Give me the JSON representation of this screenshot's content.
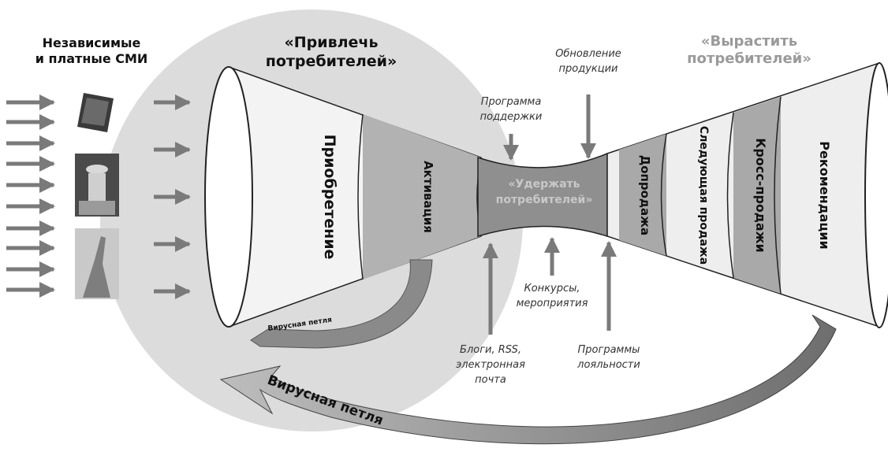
{
  "media": {
    "label_line1": "Независимые",
    "label_line2": "и платные СМИ"
  },
  "attract": {
    "title_line1": "«Привлечь",
    "title_line2": "потребителей»",
    "stage_acquisition": "Приобретение",
    "stage_activation": "Активация",
    "small_loop": "Вирусная петля"
  },
  "retain": {
    "title_line1": "«Удержать",
    "title_line2": "потребителей»",
    "support_line1": "Программа",
    "support_line2": "поддержки",
    "update_line1": "Обновление",
    "update_line2": "продукции",
    "contests_line1": "Конкурсы,",
    "contests_line2": "мероприятия",
    "blogs_line1": "Блоги, RSS,",
    "blogs_line2": "электронная",
    "blogs_line3": "почта",
    "loyalty_line1": "Программы",
    "loyalty_line2": "лояльности"
  },
  "grow": {
    "title_line1": "«Вырастить",
    "title_line2": "потребителей»",
    "stage_upsell": "Допродажа",
    "stage_next": "Следующая продажа",
    "stage_cross": "Кросс-продажи",
    "stage_reco": "Рекомендации"
  },
  "viral_loop": "Вирусная петля",
  "colors": {
    "circle": "#dcdcdc",
    "band_dark": "#a9a9a9",
    "band_light": "#efefef",
    "arrow": "#7a7a7a",
    "neck": "#8f8f8f"
  }
}
